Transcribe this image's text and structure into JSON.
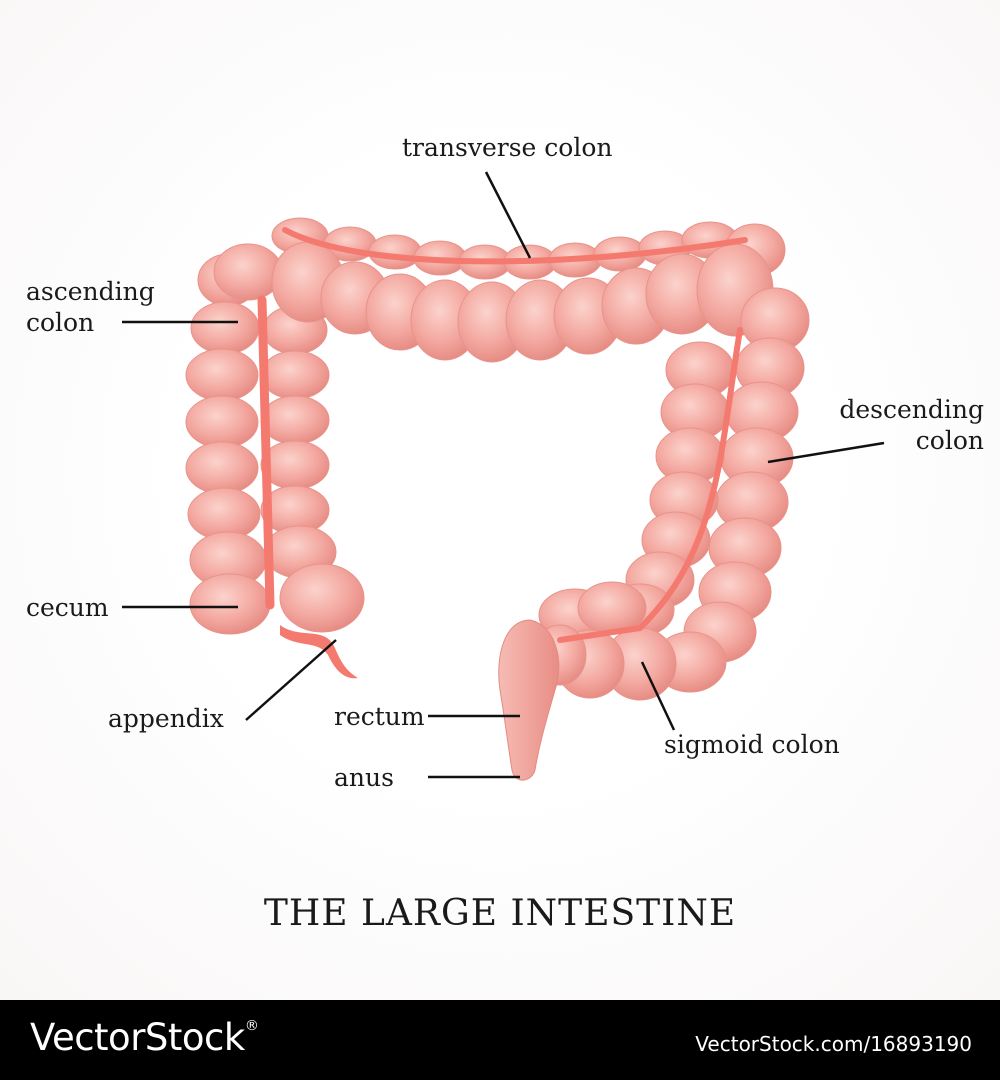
{
  "labels": {
    "transverse": "transverse colon",
    "ascending": [
      "ascending",
      "colon"
    ],
    "descending": [
      "descending",
      "colon"
    ],
    "cecum": "cecum",
    "appendix": "appendix",
    "rectum": "rectum",
    "anus": "anus",
    "sigmoid": "sigmoid colon"
  },
  "title": "THE LARGE INTESTINE",
  "footer": {
    "brand": "VectorStock",
    "brand_mark": "®",
    "stock_id": "VectorStock.com/16893190"
  },
  "colors": {
    "tissue": "#f3a8a0",
    "tissue_shadow": "#e58a82",
    "tissue_highlight": "#fbd3cc",
    "vessel": "#f47a70",
    "leader_line": "#111111",
    "footer_bg": "#000000"
  }
}
